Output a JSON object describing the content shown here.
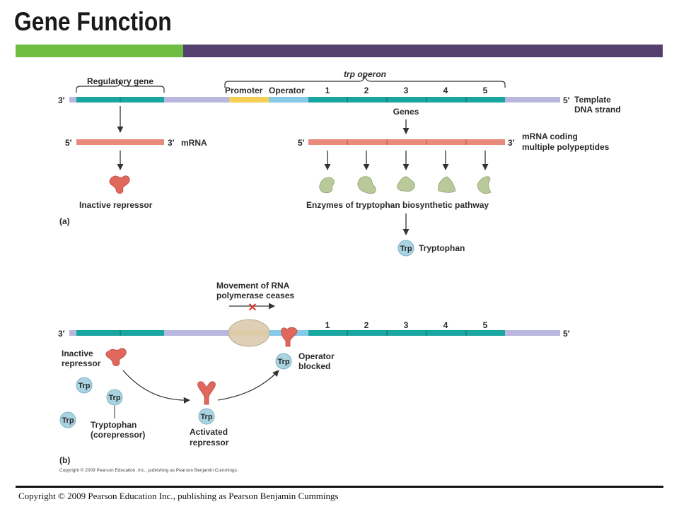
{
  "slide": {
    "title": "Gene Function",
    "footer": "Copyright © 2009 Pearson Education Inc., publishing as Pearson Benjamin Cummings"
  },
  "colors": {
    "accent_green": "#6fbe44",
    "accent_purple": "#54406e",
    "gene_teal": "#1aa6a0",
    "spacer_lavender": "#b9b6df",
    "promoter_yellow": "#f5cf55",
    "operator_blue": "#86c9e8",
    "mrna_salmon": "#e88a7c",
    "repressor_red": "#e0675c",
    "enzyme_green": "#b9c99a",
    "trp_blue": "#a9d3e0",
    "polymerase_tan": "#dccbb0"
  },
  "panel_a": {
    "regulatory_gene": "Regulatory gene",
    "operon": "trp operon",
    "promoter": "Promoter",
    "operator": "Operator",
    "gene_numbers": [
      "1",
      "2",
      "3",
      "4",
      "5"
    ],
    "strand_3": "3′",
    "strand_5": "5′",
    "template_line1": "Template",
    "template_line2": "DNA strand",
    "mrna_left_5": "5′",
    "mrna_left_3": "3′",
    "mrna": "mRNA",
    "genes": "Genes",
    "mrna_right_5": "5′",
    "mrna_right_3": "3′",
    "mrna_coding_line1": "mRNA coding",
    "mrna_coding_line2": "multiple polypeptides",
    "inactive_repressor": "Inactive repressor",
    "enzymes": "Enzymes of tryptophan biosynthetic pathway",
    "label": "(a)",
    "trp": "Trp",
    "tryptophan": "Tryptophan"
  },
  "panel_b": {
    "movement_line1": "Movement of RNA",
    "movement_line2": "polymerase ceases",
    "stop_mark": "×",
    "gene_numbers": [
      "1",
      "2",
      "3",
      "4",
      "5"
    ],
    "strand_3": "3′",
    "strand_5": "5′",
    "inactive_line1": "Inactive",
    "inactive_line2": "repressor",
    "trp": "Trp",
    "tryptophan_line1": "Tryptophan",
    "tryptophan_line2": "(corepressor)",
    "activated_line1": "Activated",
    "activated_line2": "repressor",
    "operator_blocked_line1": "Operator",
    "operator_blocked_line2": "blocked",
    "label": "(b)"
  },
  "figure_credit": "Copyright © 2009 Pearson Education, Inc., publishing as Pearson Benjamin Cummings."
}
